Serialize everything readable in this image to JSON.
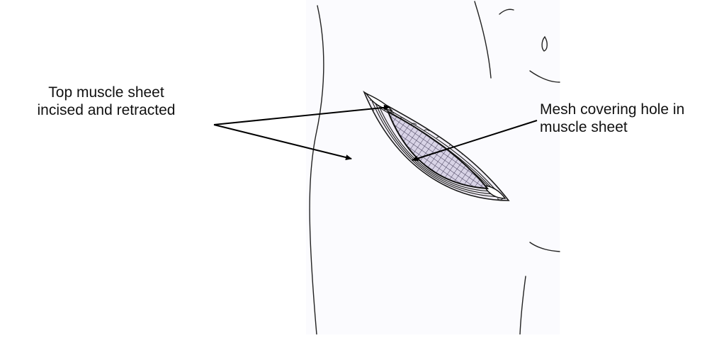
{
  "labels": {
    "left": {
      "line1": "Top muscle sheet",
      "line2": "incised and retracted"
    },
    "right": {
      "line1": "Mesh covering hole in",
      "line2": "muscle sheet"
    }
  }
}
